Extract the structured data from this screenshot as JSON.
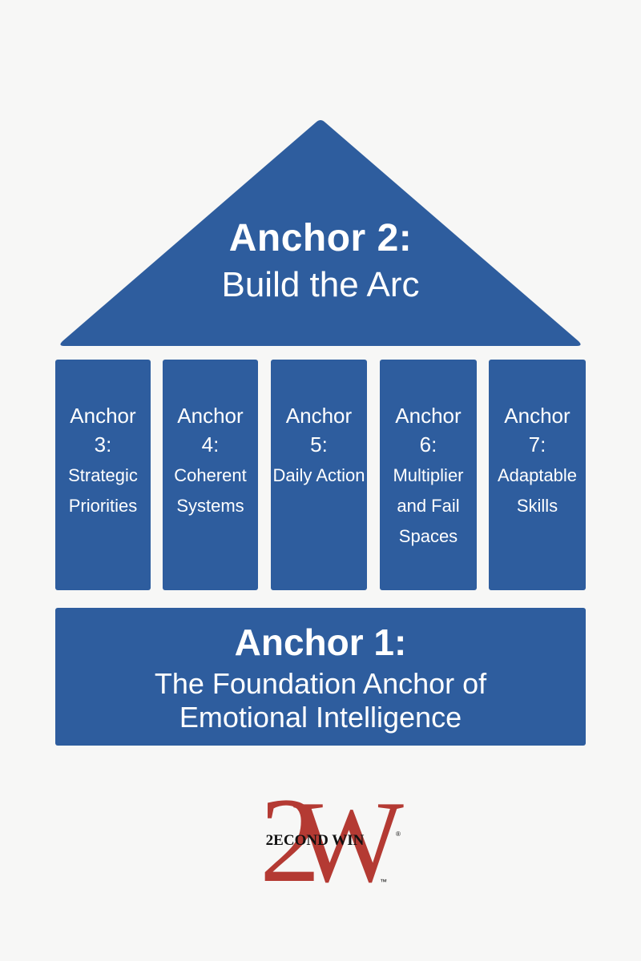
{
  "colors": {
    "background": "#f7f7f6",
    "primary_blue": "#2e5d9e",
    "text_on_blue": "#ffffff",
    "logo_red": "#b43a33",
    "logo_black": "#111111"
  },
  "roof": {
    "title": "Anchor 2:",
    "subtitle": "Build the Arc"
  },
  "pillars": [
    {
      "name": "Anchor",
      "number": "3:",
      "description": "Strategic Priorities"
    },
    {
      "name": "Anchor",
      "number": "4:",
      "description": "Coherent Systems"
    },
    {
      "name": "Anchor",
      "number": "5:",
      "description": "Daily Action"
    },
    {
      "name": "Anchor",
      "number": "6:",
      "description": "Multiplier and Fail Spaces"
    },
    {
      "name": "Anchor",
      "number": "7:",
      "description": "Adaptable Skills"
    }
  ],
  "foundation": {
    "title": "Anchor 1:",
    "subtitle": "The Foundation Anchor of Emotional Intelligence"
  },
  "logo": {
    "monogram": "2W",
    "wordmark": "2ECOND WIN",
    "registered_mark": "®",
    "trademark": "™"
  }
}
